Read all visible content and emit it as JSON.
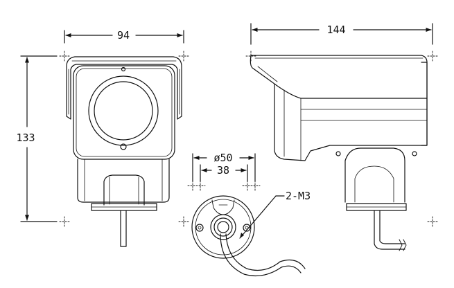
{
  "diagram": {
    "front_view": {
      "width_label": "94",
      "height_label": "133"
    },
    "side_view": {
      "length_label": "144"
    },
    "mount_base": {
      "outer_diameter_label": "ø50",
      "hole_spacing_label": "38",
      "screw_label": "2-M3"
    }
  },
  "colors": {
    "line": "#111111",
    "background": "#ffffff"
  }
}
